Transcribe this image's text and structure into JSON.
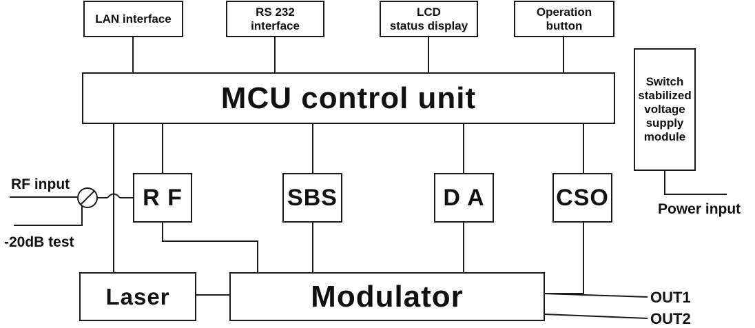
{
  "top_boxes": {
    "lan": "LAN interface",
    "rs232": "RS 232\ninterface",
    "lcd": "LCD\nstatus display",
    "operation": "Operation\nbutton"
  },
  "mcu": "MCU control unit",
  "power_module": "Switch\nstabilized\nvoltage\nsupply\nmodule",
  "modules": {
    "rf": "R F",
    "sbs": "SBS",
    "da": "D A",
    "cso": "CSO"
  },
  "laser": "Laser",
  "modulator": "Modulator",
  "labels": {
    "rf_input": "RF input",
    "test": "-20dB test",
    "power_input": "Power input",
    "out1": "OUT1",
    "out2": "OUT2"
  }
}
